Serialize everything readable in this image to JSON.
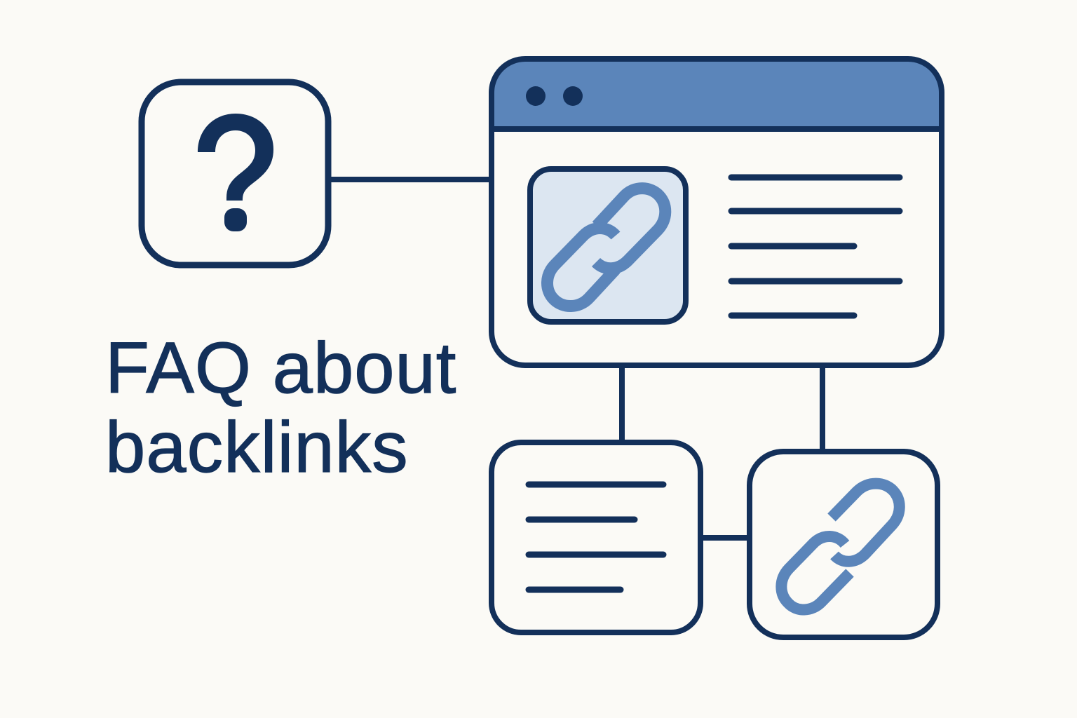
{
  "title": {
    "line1": "FAQ about",
    "line2": "backlinks"
  },
  "colors": {
    "background": "#FBFAF6",
    "stroke": "#13305A",
    "accent": "#5B85BA",
    "tile": "#DCE6F1"
  },
  "icons": {
    "question": "?",
    "faq_box": "question-mark-icon",
    "browser_link": "link-icon",
    "bottom_link": "link-icon",
    "document": "document-lines-icon"
  },
  "browser": {
    "dots": 2,
    "text_lines": 5
  },
  "document_card": {
    "text_lines": 4
  }
}
